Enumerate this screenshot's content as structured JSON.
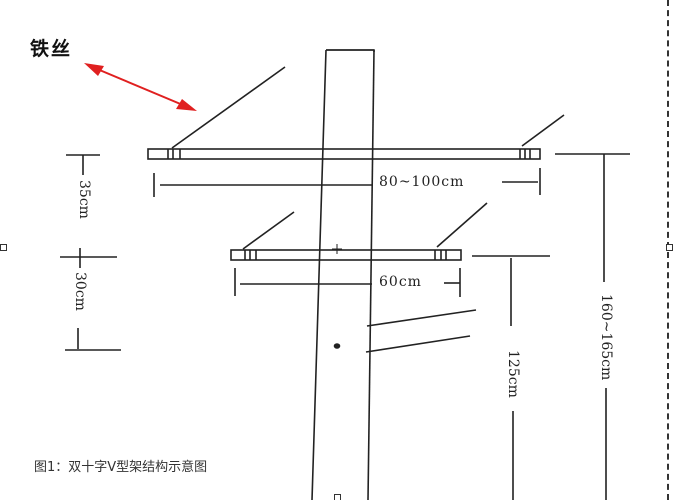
{
  "diagram": {
    "type": "technical-drawing",
    "subject": "双十字V型架 (double cross V-frame) on a utility pole",
    "labels": {
      "wire": "铁丝",
      "upper_arm_width": "80~100cm",
      "lower_arm_width": "60cm",
      "upper_gap": "35cm",
      "lower_gap": "30cm",
      "lower_arm_height": "125cm",
      "upper_arm_height": "160~165cm"
    },
    "caption": "图1：双十字V型架结构示意图",
    "colors": {
      "line": "#222222",
      "arrow": "#e02020",
      "background": "#ffffff"
    }
  }
}
